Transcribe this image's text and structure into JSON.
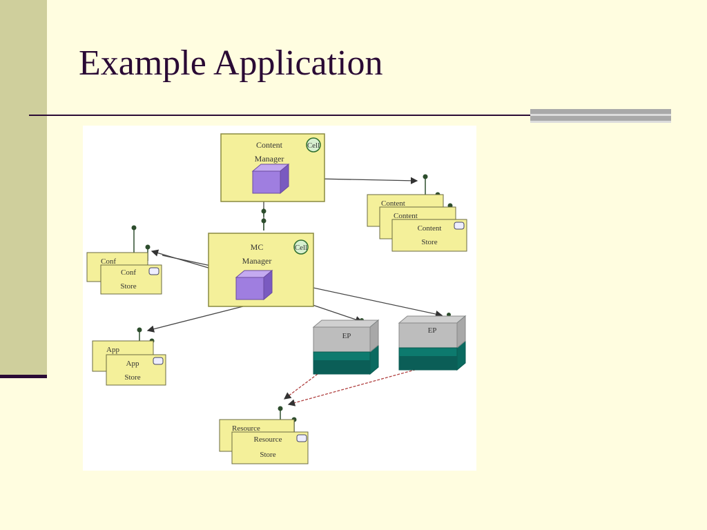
{
  "slide": {
    "title": "Example Application"
  },
  "diagram": {
    "content_manager": {
      "line1": "Content",
      "line2": "Manager",
      "badge": "Cell"
    },
    "mc_manager": {
      "line1": "MC",
      "line2": "Manager",
      "badge": "Cell"
    },
    "content_store": {
      "back1": "Content",
      "back2": "Content",
      "line1": "Content",
      "line2": "Store"
    },
    "conf_store": {
      "back": "Conf",
      "line1": "Conf",
      "line2": "Store"
    },
    "app_store": {
      "back": "App",
      "line1": "App",
      "line2": "Store"
    },
    "resource_store": {
      "back": "Resource",
      "line1": "Resource",
      "line2": "Store"
    },
    "node_left": {
      "label": "EP"
    },
    "node_right": {
      "label": "EP"
    }
  }
}
